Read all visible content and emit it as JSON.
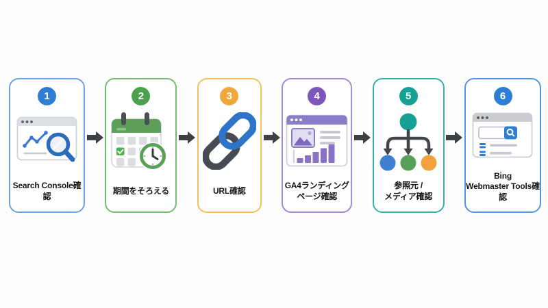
{
  "title": "SEO check process flow diagram",
  "background_color": "#fdfdfd",
  "arrow_color": "#3d4144",
  "steps": [
    {
      "number": "1",
      "label": "Search Console確認",
      "border_color": "#6ba3e8",
      "badge_color": "#2e7fd3",
      "icon": "browser-linechart-magnifier-icon"
    },
    {
      "number": "2",
      "label": "期間をそろえる",
      "border_color": "#74bb74",
      "badge_color": "#4aa14e",
      "icon": "calendar-clock-icon"
    },
    {
      "number": "3",
      "label": "URL確認",
      "border_color": "#f4c15c",
      "badge_color": "#f0a83c",
      "icon": "chain-link-icon"
    },
    {
      "number": "4",
      "label": "GA4ランディング\nページ確認",
      "border_color": "#a289d4",
      "badge_color": "#7d56bd",
      "icon": "browser-analytics-icon"
    },
    {
      "number": "5",
      "label": "参照元 /\nメディア確認",
      "border_color": "#35b3a5",
      "badge_color": "#17a095",
      "icon": "source-media-flow-icon",
      "node_colors": {
        "top": "#17a095",
        "left": "#3f7fd1",
        "center": "#57a05a",
        "right": "#f0a23f"
      }
    },
    {
      "number": "6",
      "label": "Bing\nWebmaster Tools確認",
      "border_color": "#5596e4",
      "badge_color": "#2e7fd3",
      "icon": "browser-search-icon"
    }
  ]
}
